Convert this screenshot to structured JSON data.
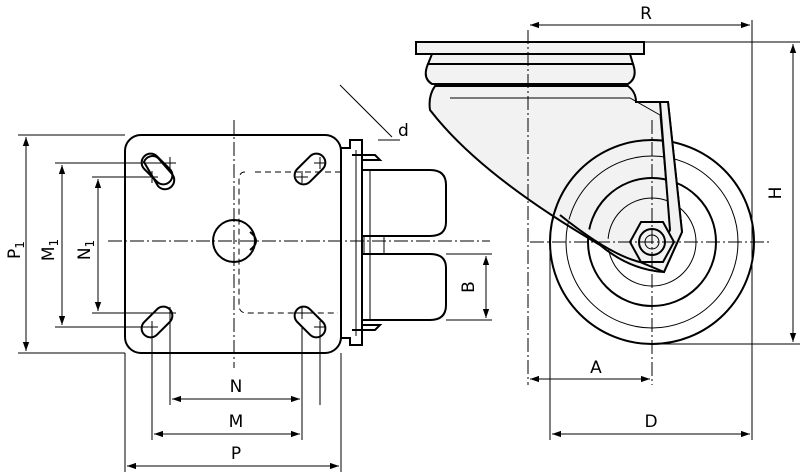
{
  "labels": {
    "P1": "P",
    "P1_sub": "1",
    "M1": "M",
    "M1_sub": "1",
    "N1": "N",
    "N1_sub": "1",
    "N": "N",
    "M": "M",
    "P": "P",
    "B": "B",
    "d": "d",
    "R": "R",
    "H": "H",
    "A": "A",
    "D": "D"
  },
  "colors": {
    "line": "#000000",
    "fill": "#f2f2f2",
    "background": "#ffffff"
  }
}
